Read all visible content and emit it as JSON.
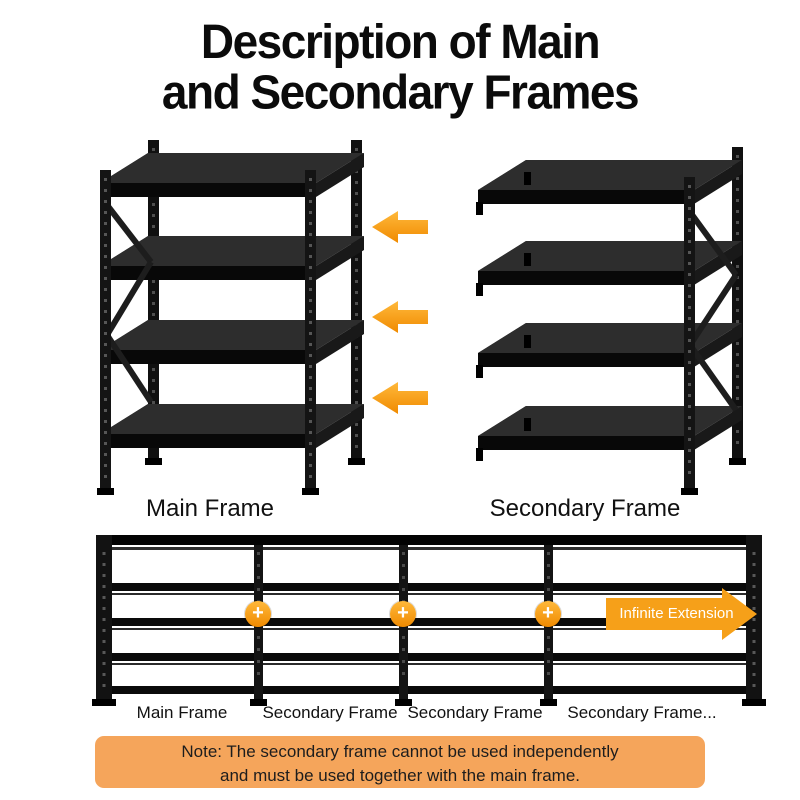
{
  "title": {
    "line1": "Description of Main",
    "line2": "and Secondary Frames"
  },
  "diagram": {
    "main_frame_label": "Main Frame",
    "secondary_frame_label": "Secondary Frame",
    "attach_arrow_count": 3
  },
  "extension_row": {
    "bay_labels": [
      "Main Frame",
      "Secondary Frame",
      "Secondary Frame",
      "Secondary Frame..."
    ],
    "arrow_label": "Infinite Extension",
    "plus_icon": "+"
  },
  "note": {
    "line1": "Note: The secondary frame cannot be used independently",
    "line2": "and must be used together with the main frame."
  },
  "colors": {
    "accent_orange": "#F6A019",
    "note_background": "#F5A55B",
    "rack_black": "#111111",
    "text_black": "#000000"
  }
}
